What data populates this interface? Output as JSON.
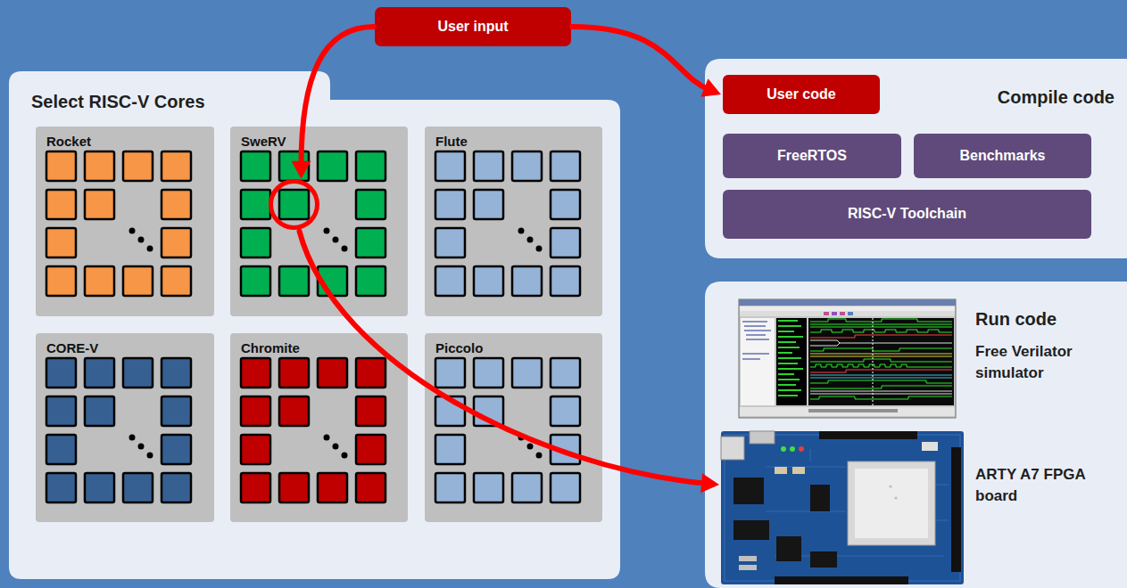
{
  "diagram": {
    "nodes": [
      {
        "text": [
          "User input"
        ]
      },
      {
        "text": [
          "Select RISC-V Cores"
        ]
      },
      {
        "text": [
          "Rocket"
        ],
        "in": 1
      },
      {
        "text": [
          "SweRV"
        ],
        "in": 1
      },
      {
        "text": [
          "Flute"
        ],
        "in": 1
      },
      {
        "text": [
          "CORE-V"
        ],
        "in": 1
      },
      {
        "text": [
          "Chromite"
        ],
        "in": 1
      },
      {
        "text": [
          "Piccolo"
        ],
        "in": 1
      },
      {
        "text": [
          "Compile code"
        ]
      },
      {
        "text": [
          "User code"
        ],
        "in": 8
      },
      {
        "text": [
          "FreeRTOS"
        ],
        "in": 8
      },
      {
        "text": [
          "Benchmarks"
        ],
        "in": 8
      },
      {
        "text": [
          "RISC-V Toolchain"
        ],
        "in": 8
      },
      {
        "text": [
          "Run code"
        ]
      },
      {
        "text": [
          "Free Verilator simulator"
        ],
        "in": 13
      },
      {
        "text": [
          "ARTY A7 FPGA board"
        ],
        "in": 13
      }
    ],
    "edges": [
      {
        "from": 0,
        "to": 3,
        "arrow": "to"
      },
      {
        "from": 0,
        "to": 9,
        "arrow": "to"
      },
      {
        "from": 3,
        "to": 15,
        "arrow": "to"
      }
    ]
  }
}
